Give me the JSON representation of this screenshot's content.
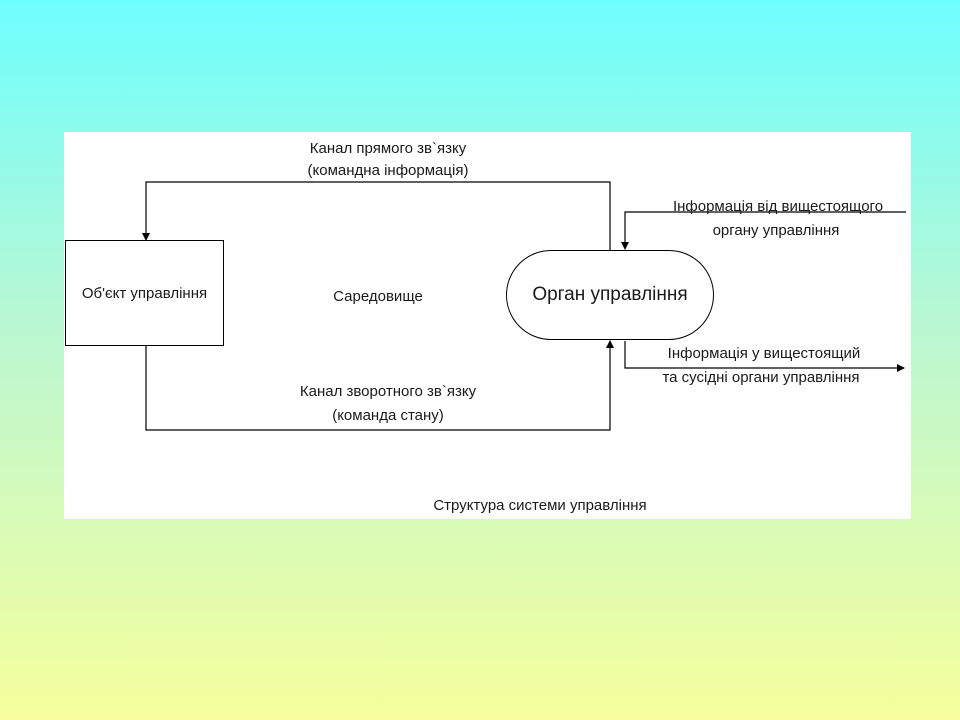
{
  "diagram": {
    "nodes": {
      "control_object": "Об'єкт управління",
      "control_body": "Орган управління",
      "environment": "Саредовище"
    },
    "edges": {
      "forward_channel": [
        "Канал  прямого зв`язку",
        "(командна інформація)"
      ],
      "feedback_channel": [
        "Канал зворотного зв`язку",
        "(команда стану)"
      ],
      "info_from_superior": [
        "Інформація від вищестоящого",
        "органу управління"
      ],
      "info_to_superior": [
        "Інформація у вищестоящий",
        "та сусідні органи управління"
      ]
    },
    "caption": "Структура системи управління"
  }
}
